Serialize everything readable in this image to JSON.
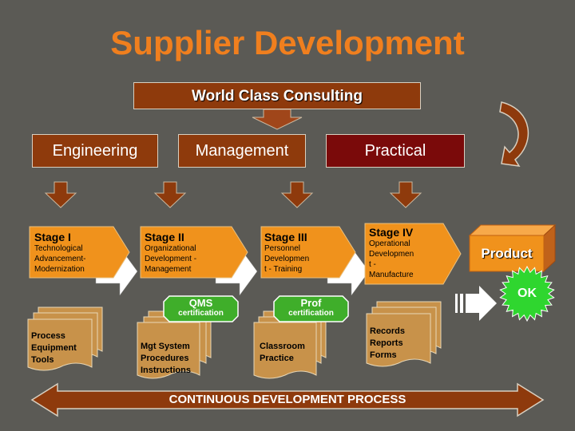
{
  "title": "Supplier Development",
  "consulting": "World Class Consulting",
  "departments": [
    "Engineering",
    "Management",
    "Practical"
  ],
  "stages": [
    {
      "head": "Stage I",
      "lines": [
        "Technological",
        "Advancement-",
        "Modernization"
      ]
    },
    {
      "head": "Stage II",
      "lines": [
        "Organizational",
        "Development -",
        "Management"
      ]
    },
    {
      "head": "Stage III",
      "lines": [
        "Personnel",
        "Developmen",
        "t - Training"
      ]
    },
    {
      "head": "Stage IV",
      "lines": [
        "Operational",
        "Developmen",
        "t -",
        "Manufacture"
      ]
    }
  ],
  "product": "Product",
  "ok": "OK",
  "badges": [
    {
      "line1": "QMS",
      "line2": "certification"
    },
    {
      "line1": "Prof",
      "line2": "certification"
    }
  ],
  "documents": [
    [
      "Process",
      "Equipment",
      "Tools"
    ],
    [
      "Mgt System",
      "Procedures",
      "Instructions"
    ],
    [
      "Classroom",
      "Practice"
    ],
    [
      "Records",
      "Reports",
      "Forms"
    ]
  ],
  "continuous": "CONTINUOUS DEVELOPMENT PROCESS",
  "colors": {
    "background": "#5b5a55",
    "title": "#f07f1e",
    "brown": "#8e3a0c",
    "dark_red": "#7a0a0a",
    "orange": "#f0921c",
    "doc": "#c8924a",
    "green": "#3fae2a",
    "ok_green": "#2fd62f"
  }
}
